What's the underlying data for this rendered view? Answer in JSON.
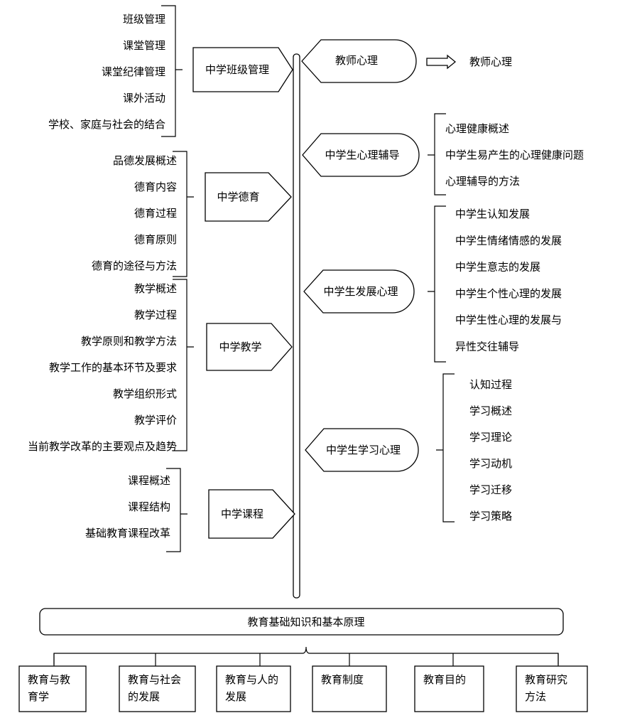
{
  "left_groups": [
    {
      "title": "中学班级管理",
      "items": [
        "班级管理",
        "课堂管理",
        "课堂纪律管理",
        "课外活动",
        "学校、家庭与社会的结合"
      ]
    },
    {
      "title": "中学德育",
      "items": [
        "品德发展概述",
        "德育内容",
        "德育过程",
        "德育原则",
        "德育的途径与方法"
      ]
    },
    {
      "title": "中学教学",
      "items": [
        "教学概述",
        "教学过程",
        "教学原则和教学方法",
        "教学工作的基本环节及要求",
        "教学组织形式",
        "教学评价",
        "当前教学改革的主要观点及趋势"
      ]
    },
    {
      "title": "中学课程",
      "items": [
        "课程概述",
        "课程结构",
        "基础教育课程改革"
      ]
    }
  ],
  "right_top": {
    "title": "教师心理",
    "target": "教师心理"
  },
  "right_groups": [
    {
      "title": "中学生心理辅导",
      "items": [
        "心理健康概述",
        "中学生易产生的心理健康问题",
        "心理辅导的方法"
      ]
    },
    {
      "title": "中学生发展心理",
      "items": [
        "中学生认知发展",
        "中学生情绪情感的发展",
        "中学生意志的发展",
        "中学生个性心理的发展",
        "中学生性心理的发展与",
        "异性交往辅导"
      ]
    },
    {
      "title": "中学生学习心理",
      "items": [
        "认知过程",
        "学习概述",
        "学习理论",
        "学习动机",
        "学习迁移",
        "学习策略"
      ]
    }
  ],
  "base": {
    "title": "教育基础知识和基本原理",
    "boxes": [
      [
        "教育与教",
        "育学"
      ],
      [
        "教育与社会",
        "的发展"
      ],
      [
        "教育与人的",
        "发展"
      ],
      [
        "教育制度"
      ],
      [
        "教育目的"
      ],
      [
        "教育研究",
        "方法"
      ]
    ]
  }
}
